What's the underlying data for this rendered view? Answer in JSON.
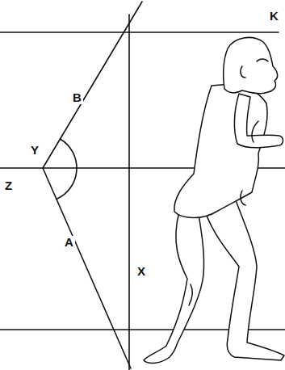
{
  "diagram": {
    "labels": [
      "K",
      "B",
      "Y",
      "Z",
      "A",
      "X"
    ]
  }
}
